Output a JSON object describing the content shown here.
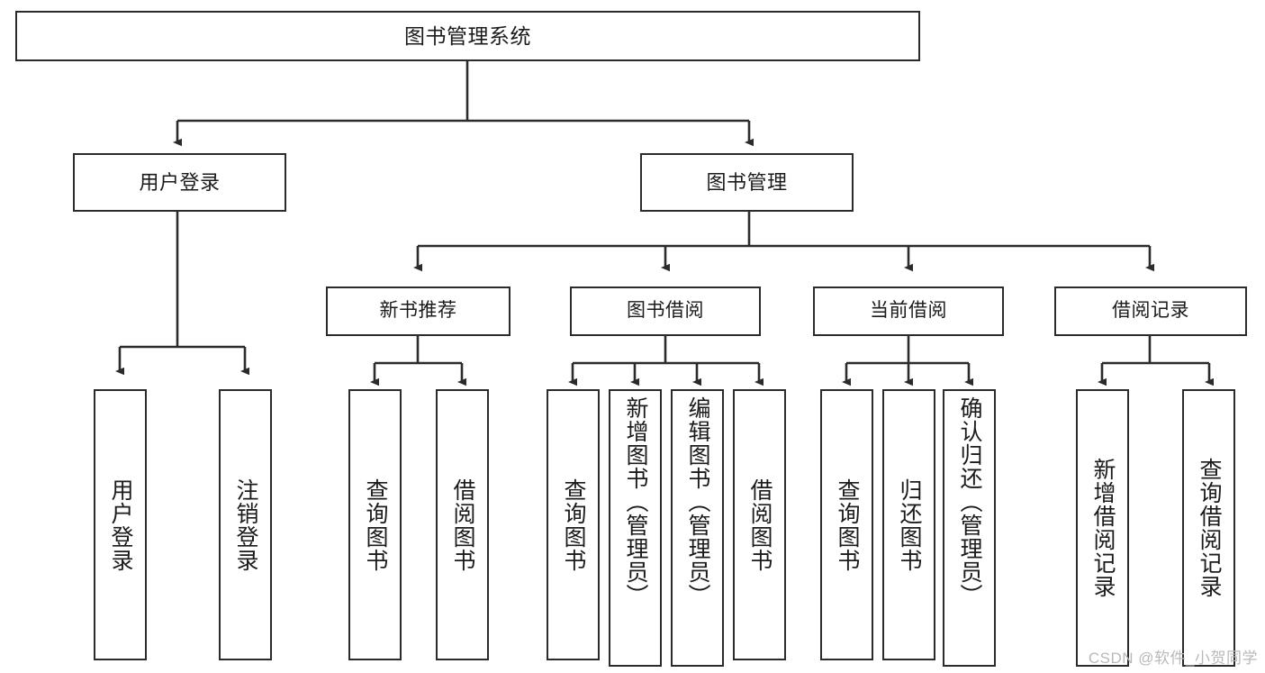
{
  "diagram": {
    "title": "图书管理系统",
    "type": "tree-hierarchy",
    "colors": {
      "box_border": "#2b2b2b",
      "box_fill": "#ffffff",
      "connector": "#2b2b2b",
      "watermark": "#b9b9b9",
      "background": "#ffffff"
    }
  },
  "root": {
    "label": "图书管理系统"
  },
  "level2": [
    {
      "label": "用户登录"
    },
    {
      "label": "图书管理"
    }
  ],
  "level3": [
    {
      "label": "新书推荐"
    },
    {
      "label": "图书借阅"
    },
    {
      "label": "当前借阅"
    },
    {
      "label": "借阅记录"
    }
  ],
  "leaves": {
    "user_login": [
      {
        "label": "用户登录"
      },
      {
        "label": "注销登录"
      }
    ],
    "new_book_recommend": [
      {
        "label": "查询图书"
      },
      {
        "label": "借阅图书"
      }
    ],
    "book_borrow": [
      {
        "label": "查询图书"
      },
      {
        "label": "新增图书（管理员）"
      },
      {
        "label": "编辑图书（管理员）"
      },
      {
        "label": "借阅图书"
      }
    ],
    "current_borrow": [
      {
        "label": "查询图书"
      },
      {
        "label": "归还图书"
      },
      {
        "label": "确认归还（管理员）"
      }
    ],
    "borrow_record": [
      {
        "label": "新增借阅记录"
      },
      {
        "label": "查询借阅记录"
      }
    ]
  },
  "watermark": {
    "text": "CSDN @软件_小贺同学"
  }
}
